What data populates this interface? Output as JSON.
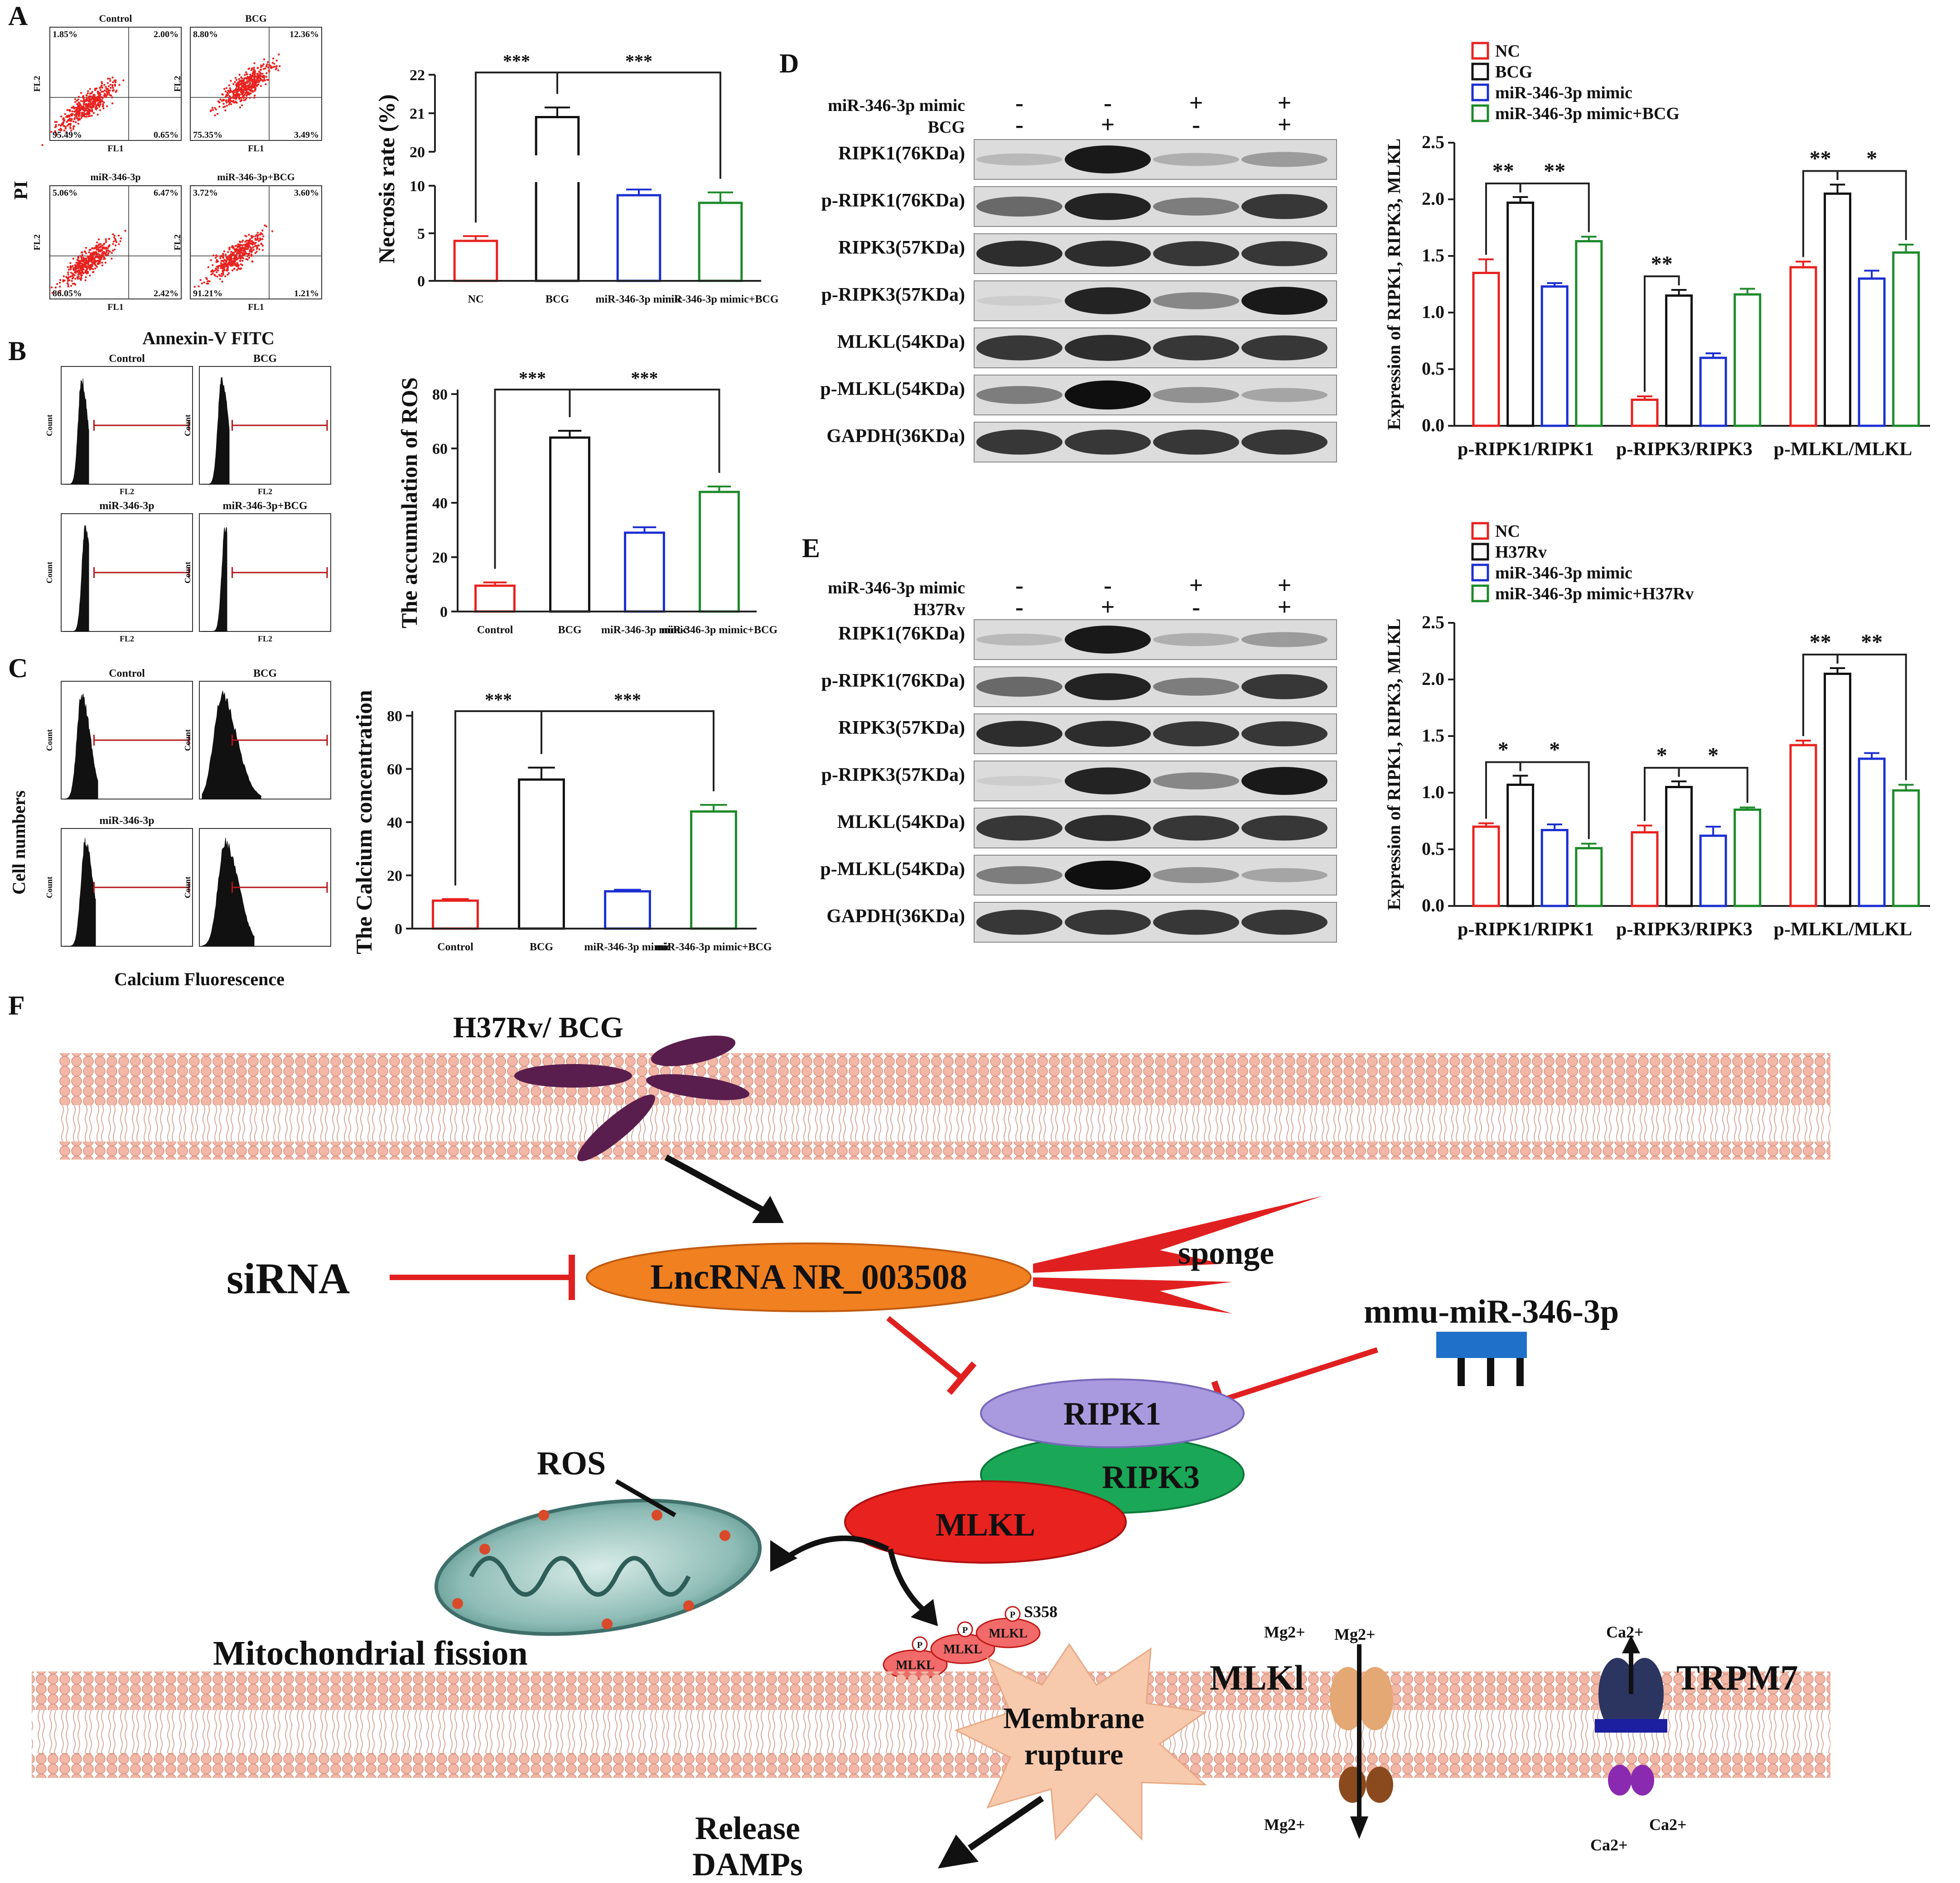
{
  "colors": {
    "nc": "#e8221f",
    "bcg": "#111111",
    "mimic": "#1b2fd1",
    "combo": "#1c8a2a",
    "membrane": "#f2b7a6",
    "bacteria": "#5a1e4e",
    "lnc": "#f08020",
    "ripk1": "#a99ae0",
    "ripk3": "#1aa858",
    "mlkl": "#e8221f",
    "inhib": "#e02020",
    "mir": "#1f70c8"
  },
  "panelA": {
    "letter": "A",
    "ylabel": "PI",
    "xlabel": "Annexin-V FITC",
    "plots": [
      {
        "title": "Control",
        "q": [
          "1.85%",
          "2.00%",
          "95.49%",
          "0.65%"
        ]
      },
      {
        "title": "BCG",
        "q": [
          "8.80%",
          "12.36%",
          "75.35%",
          "3.49%"
        ]
      },
      {
        "title": "miR-346-3p",
        "q": [
          "5.06%",
          "6.47%",
          "86.05%",
          "2.42%"
        ]
      },
      {
        "title": "miR-346-3p+BCG",
        "q": [
          "3.72%",
          "3.60%",
          "91.21%",
          "1.21%"
        ]
      }
    ],
    "axis_x": "FL1",
    "axis_y": "FL2"
  },
  "panelB": {
    "letter": "B",
    "plots": [
      {
        "title": "Control"
      },
      {
        "title": "BCG"
      },
      {
        "title": "miR-346-3p"
      },
      {
        "title": "miR-346-3p+BCG"
      }
    ],
    "axis_x": "FL2",
    "axis_y": "Count"
  },
  "panelC": {
    "letter": "C",
    "ylabel": "Cell numbers",
    "xlabel": "Calcium Fluorescence",
    "plots": [
      {
        "title": "Control"
      },
      {
        "title": "BCG"
      },
      {
        "title": "miR-346-3p"
      },
      {
        "title": ""
      }
    ],
    "axis_y": "Count"
  },
  "chart_data": [
    {
      "id": "necrosis",
      "type": "bar",
      "categories": [
        "NC",
        "BCG",
        "miR-346-3p mimic",
        "miR-346-3p mimic+BCG"
      ],
      "values": [
        4.2,
        20.9,
        9.0,
        8.2
      ],
      "errors": [
        0.5,
        0.25,
        0.6,
        1.1
      ],
      "ylabel": "Necrosis rate (%)",
      "broken_axis": {
        "lower": [
          0,
          10
        ],
        "upper": [
          20,
          22
        ]
      },
      "lower_ticks": [
        0,
        5,
        10
      ],
      "upper_ticks": [
        20,
        21,
        22
      ],
      "sig": [
        {
          "a": 0,
          "b": 1,
          "label": "***"
        },
        {
          "a": 1,
          "b": 3,
          "label": "***"
        }
      ]
    },
    {
      "id": "ros",
      "type": "bar",
      "categories": [
        "Control",
        "BCG",
        "miR-346-3p mimic",
        "miR-346-3p mimic+BCG"
      ],
      "values": [
        9.5,
        64,
        29,
        44
      ],
      "errors": [
        1.2,
        2.5,
        2,
        2
      ],
      "ylabel": "The accumulation of ROS",
      "ylim": [
        0,
        80
      ],
      "ticks": [
        0,
        20,
        40,
        60,
        80
      ],
      "sig": [
        {
          "a": 0,
          "b": 1,
          "label": "***"
        },
        {
          "a": 1,
          "b": 3,
          "label": "***"
        }
      ]
    },
    {
      "id": "calcium",
      "type": "bar",
      "categories": [
        "Control",
        "BCG",
        "miR-346-3p mimic",
        "miR-346-3p mimic+BCG"
      ],
      "values": [
        10.5,
        56,
        14,
        44
      ],
      "errors": [
        0.6,
        4.5,
        0.6,
        2.5
      ],
      "ylabel": "The Calcium concentration",
      "ylim": [
        0,
        80
      ],
      "ticks": [
        0,
        20,
        40,
        60,
        80
      ],
      "sig": [
        {
          "a": 0,
          "b": 1,
          "label": "***"
        },
        {
          "a": 1,
          "b": 3,
          "label": "***"
        }
      ]
    },
    {
      "id": "wbD",
      "type": "bar",
      "groups": [
        "p-RIPK1/RIPK1",
        "p-RIPK3/RIPK3",
        "p-MLKL/MLKL"
      ],
      "series": [
        {
          "name": "NC",
          "values": [
            1.35,
            0.23,
            1.4
          ],
          "errors": [
            0.12,
            0.03,
            0.05
          ]
        },
        {
          "name": "BCG",
          "values": [
            1.97,
            1.15,
            2.05
          ],
          "errors": [
            0.05,
            0.05,
            0.08
          ]
        },
        {
          "name": "miR-346-3p mimic",
          "values": [
            1.23,
            0.6,
            1.3
          ],
          "errors": [
            0.03,
            0.04,
            0.07
          ]
        },
        {
          "name": "miR-346-3p mimic+BCG",
          "values": [
            1.63,
            1.16,
            1.53
          ],
          "errors": [
            0.04,
            0.05,
            0.07
          ]
        }
      ],
      "ylabel": "Expression of RIPK1, RIPK3, MLKL",
      "ylim": [
        0,
        2.5
      ],
      "ticks": [
        "0.0",
        "0.5",
        "1.0",
        "1.5",
        "2.0",
        "2.5"
      ],
      "legend": "top-right",
      "sig": [
        {
          "g": 0,
          "a": 0,
          "b": 1,
          "label": "**"
        },
        {
          "g": 0,
          "a": 1,
          "b": 3,
          "label": "**"
        },
        {
          "g": 1,
          "a": 0,
          "b": 1,
          "label": "**"
        },
        {
          "g": 2,
          "a": 0,
          "b": 1,
          "label": "**"
        },
        {
          "g": 2,
          "a": 1,
          "b": 3,
          "label": "*"
        }
      ]
    },
    {
      "id": "wbE",
      "type": "bar",
      "groups": [
        "p-RIPK1/RIPK1",
        "p-RIPK3/RIPK3",
        "p-MLKL/MLKL"
      ],
      "series": [
        {
          "name": "NC",
          "values": [
            0.7,
            0.65,
            1.42
          ],
          "errors": [
            0.03,
            0.06,
            0.04
          ]
        },
        {
          "name": "H37Rv",
          "values": [
            1.07,
            1.05,
            2.05
          ],
          "errors": [
            0.08,
            0.05,
            0.05
          ]
        },
        {
          "name": "miR-346-3p mimic",
          "values": [
            0.67,
            0.62,
            1.3
          ],
          "errors": [
            0.05,
            0.08,
            0.05
          ]
        },
        {
          "name": "miR-346-3p mimic+H37Rv",
          "values": [
            0.51,
            0.85,
            1.02
          ],
          "errors": [
            0.04,
            0.02,
            0.05
          ]
        }
      ],
      "ylabel": "Expression of RIPK1, RIPK3, MLKL",
      "ylim": [
        0,
        2.5
      ],
      "ticks": [
        "0.0",
        "0.5",
        "1.0",
        "1.5",
        "2.0",
        "2.5"
      ],
      "legend": "top-right",
      "sig": [
        {
          "g": 0,
          "a": 0,
          "b": 1,
          "label": "*"
        },
        {
          "g": 0,
          "a": 1,
          "b": 3,
          "label": "*"
        },
        {
          "g": 1,
          "a": 0,
          "b": 1,
          "label": "*"
        },
        {
          "g": 1,
          "a": 1,
          "b": 3,
          "label": "*"
        },
        {
          "g": 2,
          "a": 0,
          "b": 1,
          "label": "**"
        },
        {
          "g": 2,
          "a": 1,
          "b": 3,
          "label": "**"
        }
      ]
    }
  ],
  "panelD": {
    "letter": "D",
    "treat_rows": [
      {
        "label": "miR-346-3p mimic",
        "signs": [
          "-",
          "-",
          "+",
          "+"
        ]
      },
      {
        "label": "BCG",
        "signs": [
          "-",
          "+",
          "-",
          "+"
        ]
      }
    ],
    "bands": [
      {
        "label": "RIPK1(76KDa)",
        "inten": [
          0.15,
          0.95,
          0.2,
          0.3
        ]
      },
      {
        "label": "p-RIPK1(76KDa)",
        "inten": [
          0.55,
          0.9,
          0.45,
          0.8
        ]
      },
      {
        "label": "RIPK3(57KDa)",
        "inten": [
          0.85,
          0.85,
          0.8,
          0.8
        ]
      },
      {
        "label": "p-RIPK3(57KDa)",
        "inten": [
          0.05,
          0.9,
          0.4,
          0.95
        ]
      },
      {
        "label": "MLKL(54KDa)",
        "inten": [
          0.8,
          0.85,
          0.8,
          0.8
        ]
      },
      {
        "label": "p-MLKL(54KDa)",
        "inten": [
          0.45,
          1.0,
          0.35,
          0.25
        ]
      },
      {
        "label": "GAPDH(36KDa)",
        "inten": [
          0.8,
          0.8,
          0.8,
          0.8
        ]
      }
    ]
  },
  "panelE": {
    "letter": "E",
    "treat_rows": [
      {
        "label": "miR-346-3p mimic",
        "signs": [
          "-",
          "-",
          "+",
          "+"
        ]
      },
      {
        "label": "H37Rv",
        "signs": [
          "-",
          "+",
          "-",
          "+"
        ]
      }
    ],
    "bands": [
      {
        "label": "RIPK1(76KDa)",
        "inten": [
          0.15,
          0.95,
          0.2,
          0.3
        ]
      },
      {
        "label": "p-RIPK1(76KDa)",
        "inten": [
          0.55,
          0.9,
          0.45,
          0.8
        ]
      },
      {
        "label": "RIPK3(57KDa)",
        "inten": [
          0.85,
          0.85,
          0.8,
          0.8
        ]
      },
      {
        "label": "p-RIPK3(57KDa)",
        "inten": [
          0.05,
          0.9,
          0.4,
          0.95
        ]
      },
      {
        "label": "MLKL(54KDa)",
        "inten": [
          0.8,
          0.85,
          0.8,
          0.8
        ]
      },
      {
        "label": "p-MLKL(54KDa)",
        "inten": [
          0.45,
          1.0,
          0.35,
          0.25
        ]
      },
      {
        "label": "GAPDH(36KDa)",
        "inten": [
          0.8,
          0.8,
          0.8,
          0.8
        ]
      }
    ]
  },
  "panelF": {
    "letter": "F",
    "bacteria": "H37Rv/ BCG",
    "sirna": "siRNA",
    "lncrna": "LncRNA NR_003508",
    "sponge": "sponge",
    "mirna": "mmu-miR-346-3p",
    "ripk1": "RIPK1",
    "ripk3": "RIPK3",
    "mlkl": "MLKL",
    "ros": "ROS",
    "mito": "Mitochondrial fission",
    "s358": "S358",
    "p_mlkl": [
      "MLKL",
      "MLKL",
      "MLKL"
    ],
    "p": "P",
    "rupture1": "Membrane",
    "rupture2": "rupture",
    "release1": "Release",
    "release2": "DAMPs",
    "mlki": "MLKl",
    "trpm7": "TRPM7",
    "mg_top1": "Mg2+",
    "mg_top2": "Mg2+",
    "mg_bottom": "Mg2+",
    "ca_top": "Ca2+",
    "ca_bottom1": "Ca2+",
    "ca_bottom2": "Ca2+"
  }
}
